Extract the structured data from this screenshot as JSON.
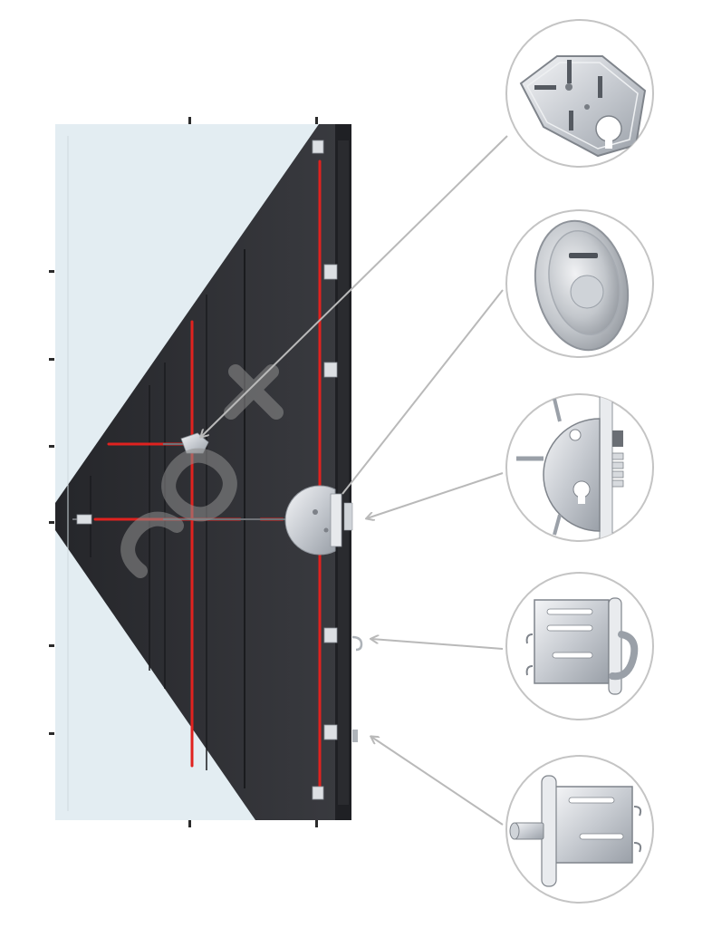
{
  "watermark": {
    "text": "mox",
    "color": "#8f8f8f"
  },
  "colors": {
    "background": "#ffffff",
    "door_light_panel": "#e3edf2",
    "door_dark_panel": "#2c2d31",
    "door_frame": "#1f2024",
    "rod_highlight": "#e0221f",
    "callout_border": "#c4c4c4",
    "arrow": "#b9b9b9"
  },
  "callouts": [
    {
      "id": "armor-plate",
      "icon": "armor-plate-icon"
    },
    {
      "id": "cylinder-escutcheon",
      "icon": "cylinder-escutcheon-icon"
    },
    {
      "id": "central-mortise-lock",
      "icon": "mortise-lock-icon"
    },
    {
      "id": "hook-latch",
      "icon": "hook-latch-icon"
    },
    {
      "id": "bolt-latch",
      "icon": "bolt-latch-icon"
    }
  ]
}
